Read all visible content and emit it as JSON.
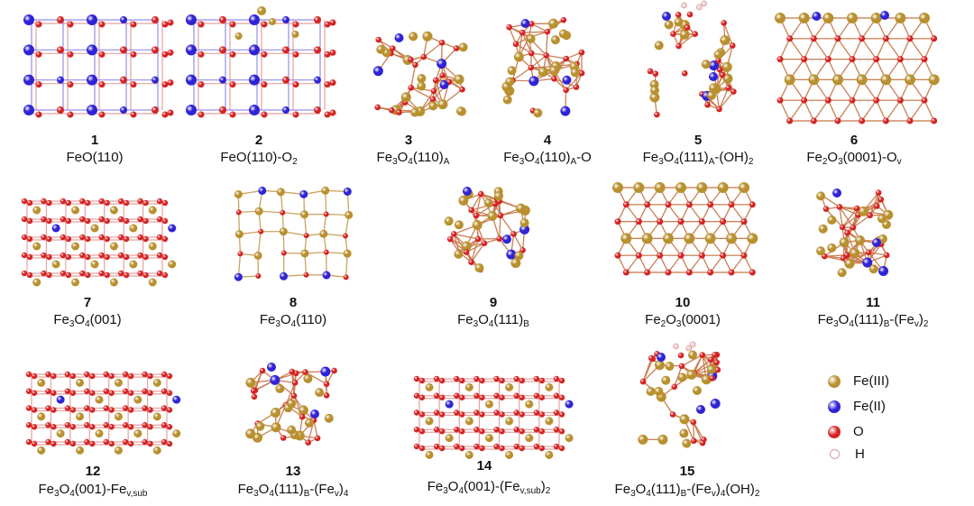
{
  "structures": [
    {
      "number": "1",
      "label": [
        {
          "t": "FeO(110)"
        }
      ]
    },
    {
      "number": "2",
      "label": [
        {
          "t": "FeO(110)-O"
        },
        {
          "t": "2",
          "sub": true
        }
      ]
    },
    {
      "number": "3",
      "label": [
        {
          "t": "Fe"
        },
        {
          "t": "3",
          "sub": true
        },
        {
          "t": "O"
        },
        {
          "t": "4",
          "sub": true
        },
        {
          "t": "(110)"
        },
        {
          "t": "A",
          "sub": true
        }
      ]
    },
    {
      "number": "4",
      "label": [
        {
          "t": "Fe"
        },
        {
          "t": "3",
          "sub": true
        },
        {
          "t": "O"
        },
        {
          "t": "4",
          "sub": true
        },
        {
          "t": "(110)"
        },
        {
          "t": "A",
          "sub": true
        },
        {
          "t": "-O"
        }
      ]
    },
    {
      "number": "5",
      "label": [
        {
          "t": "Fe"
        },
        {
          "t": "3",
          "sub": true
        },
        {
          "t": "O"
        },
        {
          "t": "4",
          "sub": true
        },
        {
          "t": "(111)"
        },
        {
          "t": "A",
          "sub": true
        },
        {
          "t": "-(OH)"
        },
        {
          "t": "2",
          "sub": true
        }
      ]
    },
    {
      "number": "6",
      "label": [
        {
          "t": "Fe"
        },
        {
          "t": "2",
          "sub": true
        },
        {
          "t": "O"
        },
        {
          "t": "3",
          "sub": true
        },
        {
          "t": "(0001)-O"
        },
        {
          "t": "v",
          "sub": true
        }
      ]
    },
    {
      "number": "7",
      "label": [
        {
          "t": "Fe"
        },
        {
          "t": "3",
          "sub": true
        },
        {
          "t": "O"
        },
        {
          "t": "4",
          "sub": true
        },
        {
          "t": "(001)"
        }
      ]
    },
    {
      "number": "8",
      "label": [
        {
          "t": "Fe"
        },
        {
          "t": "3",
          "sub": true
        },
        {
          "t": "O"
        },
        {
          "t": "4",
          "sub": true
        },
        {
          "t": "(110)"
        }
      ]
    },
    {
      "number": "9",
      "label": [
        {
          "t": "Fe"
        },
        {
          "t": "3",
          "sub": true
        },
        {
          "t": "O"
        },
        {
          "t": "4",
          "sub": true
        },
        {
          "t": "(111)"
        },
        {
          "t": "B",
          "sub": true
        }
      ]
    },
    {
      "number": "10",
      "label": [
        {
          "t": "Fe"
        },
        {
          "t": "2",
          "sub": true
        },
        {
          "t": "O"
        },
        {
          "t": "3",
          "sub": true
        },
        {
          "t": "(0001)"
        }
      ]
    },
    {
      "number": "11",
      "label": [
        {
          "t": "Fe"
        },
        {
          "t": "3",
          "sub": true
        },
        {
          "t": "O"
        },
        {
          "t": "4",
          "sub": true
        },
        {
          "t": "(111)"
        },
        {
          "t": "B",
          "sub": true
        },
        {
          "t": "-(Fe"
        },
        {
          "t": "v",
          "sub": true
        },
        {
          "t": ")"
        },
        {
          "t": "2",
          "sub": true
        }
      ]
    },
    {
      "number": "12",
      "label": [
        {
          "t": "Fe"
        },
        {
          "t": "3",
          "sub": true
        },
        {
          "t": "O"
        },
        {
          "t": "4",
          "sub": true
        },
        {
          "t": "(001)-Fe"
        },
        {
          "t": "v,sub",
          "sub": true
        }
      ]
    },
    {
      "number": "13",
      "label": [
        {
          "t": "Fe"
        },
        {
          "t": "3",
          "sub": true
        },
        {
          "t": "O"
        },
        {
          "t": "4",
          "sub": true
        },
        {
          "t": "(111)"
        },
        {
          "t": "B",
          "sub": true
        },
        {
          "t": "-(Fe"
        },
        {
          "t": "v",
          "sub": true
        },
        {
          "t": ")"
        },
        {
          "t": "4",
          "sub": true
        }
      ]
    },
    {
      "number": "14",
      "label": [
        {
          "t": "Fe"
        },
        {
          "t": "3",
          "sub": true
        },
        {
          "t": "O"
        },
        {
          "t": "4",
          "sub": true
        },
        {
          "t": "(001)-(Fe"
        },
        {
          "t": "v,sub",
          "sub": true
        },
        {
          "t": ")"
        },
        {
          "t": "2",
          "sub": true
        }
      ]
    },
    {
      "number": "15",
      "label": [
        {
          "t": "Fe"
        },
        {
          "t": "3",
          "sub": true
        },
        {
          "t": "O"
        },
        {
          "t": "4",
          "sub": true
        },
        {
          "t": "(111)"
        },
        {
          "t": "B",
          "sub": true
        },
        {
          "t": "-(Fe"
        },
        {
          "t": "v",
          "sub": true
        },
        {
          "t": ")"
        },
        {
          "t": "4",
          "sub": true
        },
        {
          "t": "(OH)"
        },
        {
          "t": "2",
          "sub": true
        }
      ]
    }
  ],
  "legend": [
    {
      "label": "Fe(III)",
      "color": "#b8902e"
    },
    {
      "label": "Fe(II)",
      "color": "#2f23d6"
    },
    {
      "label": "O",
      "color": "#d62222"
    },
    {
      "label": "H",
      "color": "#f3e6e6"
    }
  ],
  "colors": {
    "fe3": "#b8902e",
    "fe2": "#2f23d6",
    "o": "#d62222",
    "h": "#f3e6e6",
    "bond_o": "#e08a8a",
    "bond_fe2": "#7b72e6"
  }
}
